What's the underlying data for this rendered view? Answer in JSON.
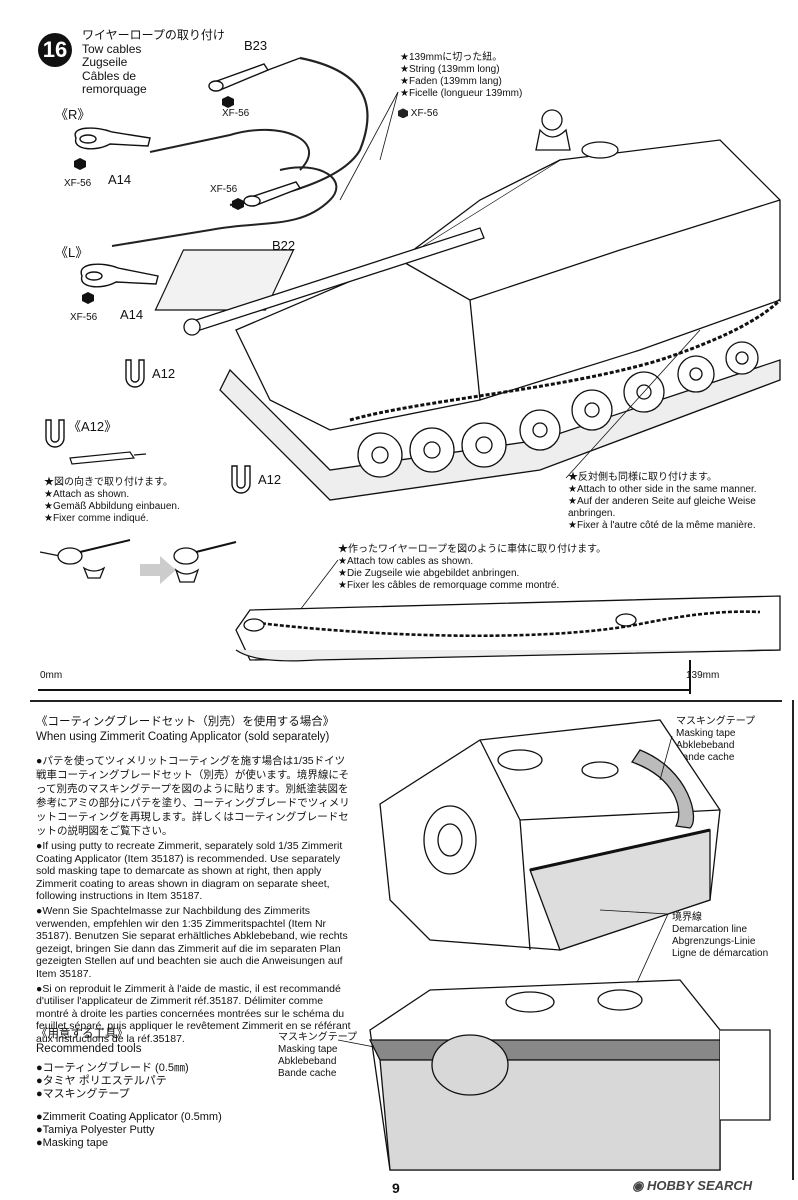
{
  "step": {
    "number": "16",
    "title_lines": [
      "ワイヤーロープの取り付け",
      "Tow cables",
      "Zugseile",
      "Câbles de",
      "remorquage"
    ]
  },
  "parts": {
    "b23": "B23",
    "b22": "B22",
    "a14_r": "A14",
    "a14_l": "A14",
    "a12_top": "A12",
    "a12_mid": "A12",
    "a12_detail": "《A12》",
    "right_mark": "《R》",
    "left_mark": "《L》"
  },
  "paints": {
    "p1": "XF-56",
    "p2": "XF-56",
    "p3": "XF-56",
    "p4": "XF-56",
    "p5": "XF-56"
  },
  "notes": {
    "string": [
      "★139mmに切った紐。",
      "★String (139mm long)",
      "★Faden (139mm lang)",
      "★Ficelle (longueur 139mm)"
    ],
    "attach": [
      "★図の向きで取り付けます。",
      "★Attach as shown.",
      "★Gemäß Abbildung einbauen.",
      "★Fixer comme indiqué."
    ],
    "other_side": [
      "★反対側も同様に取り付けます。",
      "★Attach to other side in the same manner.",
      "★Auf der anderen Seite auf gleiche Weise",
      "anbringen.",
      "★Fixer à l'autre côté de la même manière."
    ],
    "tow_cable": [
      "★作ったワイヤーロープを図のように車体に取り付けます。",
      "★Attach tow cables as shown.",
      "★Die Zugseile wie abgebildet anbringen.",
      "★Fixer les câbles de remorquage comme montré."
    ]
  },
  "ruler": {
    "start": "0mm",
    "end": "139mm"
  },
  "zimmerit": {
    "title_jp": "《コーティングブレードセット（別売）を使用する場合》",
    "title_en": "When using Zimmerit Coating Applicator (sold separately)",
    "para_jp": "●パテを使ってツィメリットコーティングを施す場合は1/35ドイツ戦車コーティングブレードセット（別売）が使います。境界線にそって別売のマスキングテープを図のように貼ります。別紙塗装図を参考にアミの部分にパテを塗り、コーティングブレードでツィメリットコーティングを再現します。詳しくはコーティングブレードセットの説明図をご覧下さい。",
    "para_en": "●If using putty to recreate Zimmerit, separately sold 1/35 Zimmerit Coating Applicator (Item 35187) is recommended. Use separately sold masking tape to demarcate as shown at right, then apply Zimmerit coating to areas shown in diagram on separate sheet, following instructions in Item 35187.",
    "para_de": "●Wenn Sie Spachtelmasse zur Nachbildung des Zimmerits verwenden, empfehlen wir den 1:35 Zimmeritspachtel (Item Nr 35187). Benutzen Sie separat erhältliches Abklebeband, wie rechts gezeigt, bringen Sie dann das Zimmerit auf die im separaten Plan gezeigten Stellen auf und beachten sie auch die Anweisungen auf Item 35187.",
    "para_fr": "●Si on reproduit le Zimmerit à l'aide de mastic, il est recommandé d'utiliser l'applicateur de Zimmerit réf.35187. Délimiter comme montré à droite les parties concernées montrées sur le schéma du feuillet séparé, puis appliquer le revêtement Zimmerit en se référant aux instructions de la réf.35187."
  },
  "tools": {
    "title_jp": "《用意する工具》",
    "title_en": "Recommended tools",
    "items": [
      "●コーティングブレード (0.5㎜)",
      "●タミヤ ポリエステルパテ",
      "●マスキングテープ",
      "",
      "●Zimmerit Coating Applicator (0.5mm)",
      "●Tamiya Polyester Putty",
      "●Masking tape"
    ]
  },
  "callouts": {
    "masking_top": [
      "マスキングテープ",
      "Masking tape",
      "Abklebeband",
      "Bande cache"
    ],
    "demarcation": [
      "境界線",
      "Demarcation line",
      "Abgrenzungs-Linie",
      "Ligne de démarcation"
    ],
    "masking_bottom": [
      "マスキングテープ",
      "Masking tape",
      "Abklebeband",
      "Bande cache"
    ]
  },
  "page_number": "9",
  "watermark": "HOBBY SEARCH"
}
